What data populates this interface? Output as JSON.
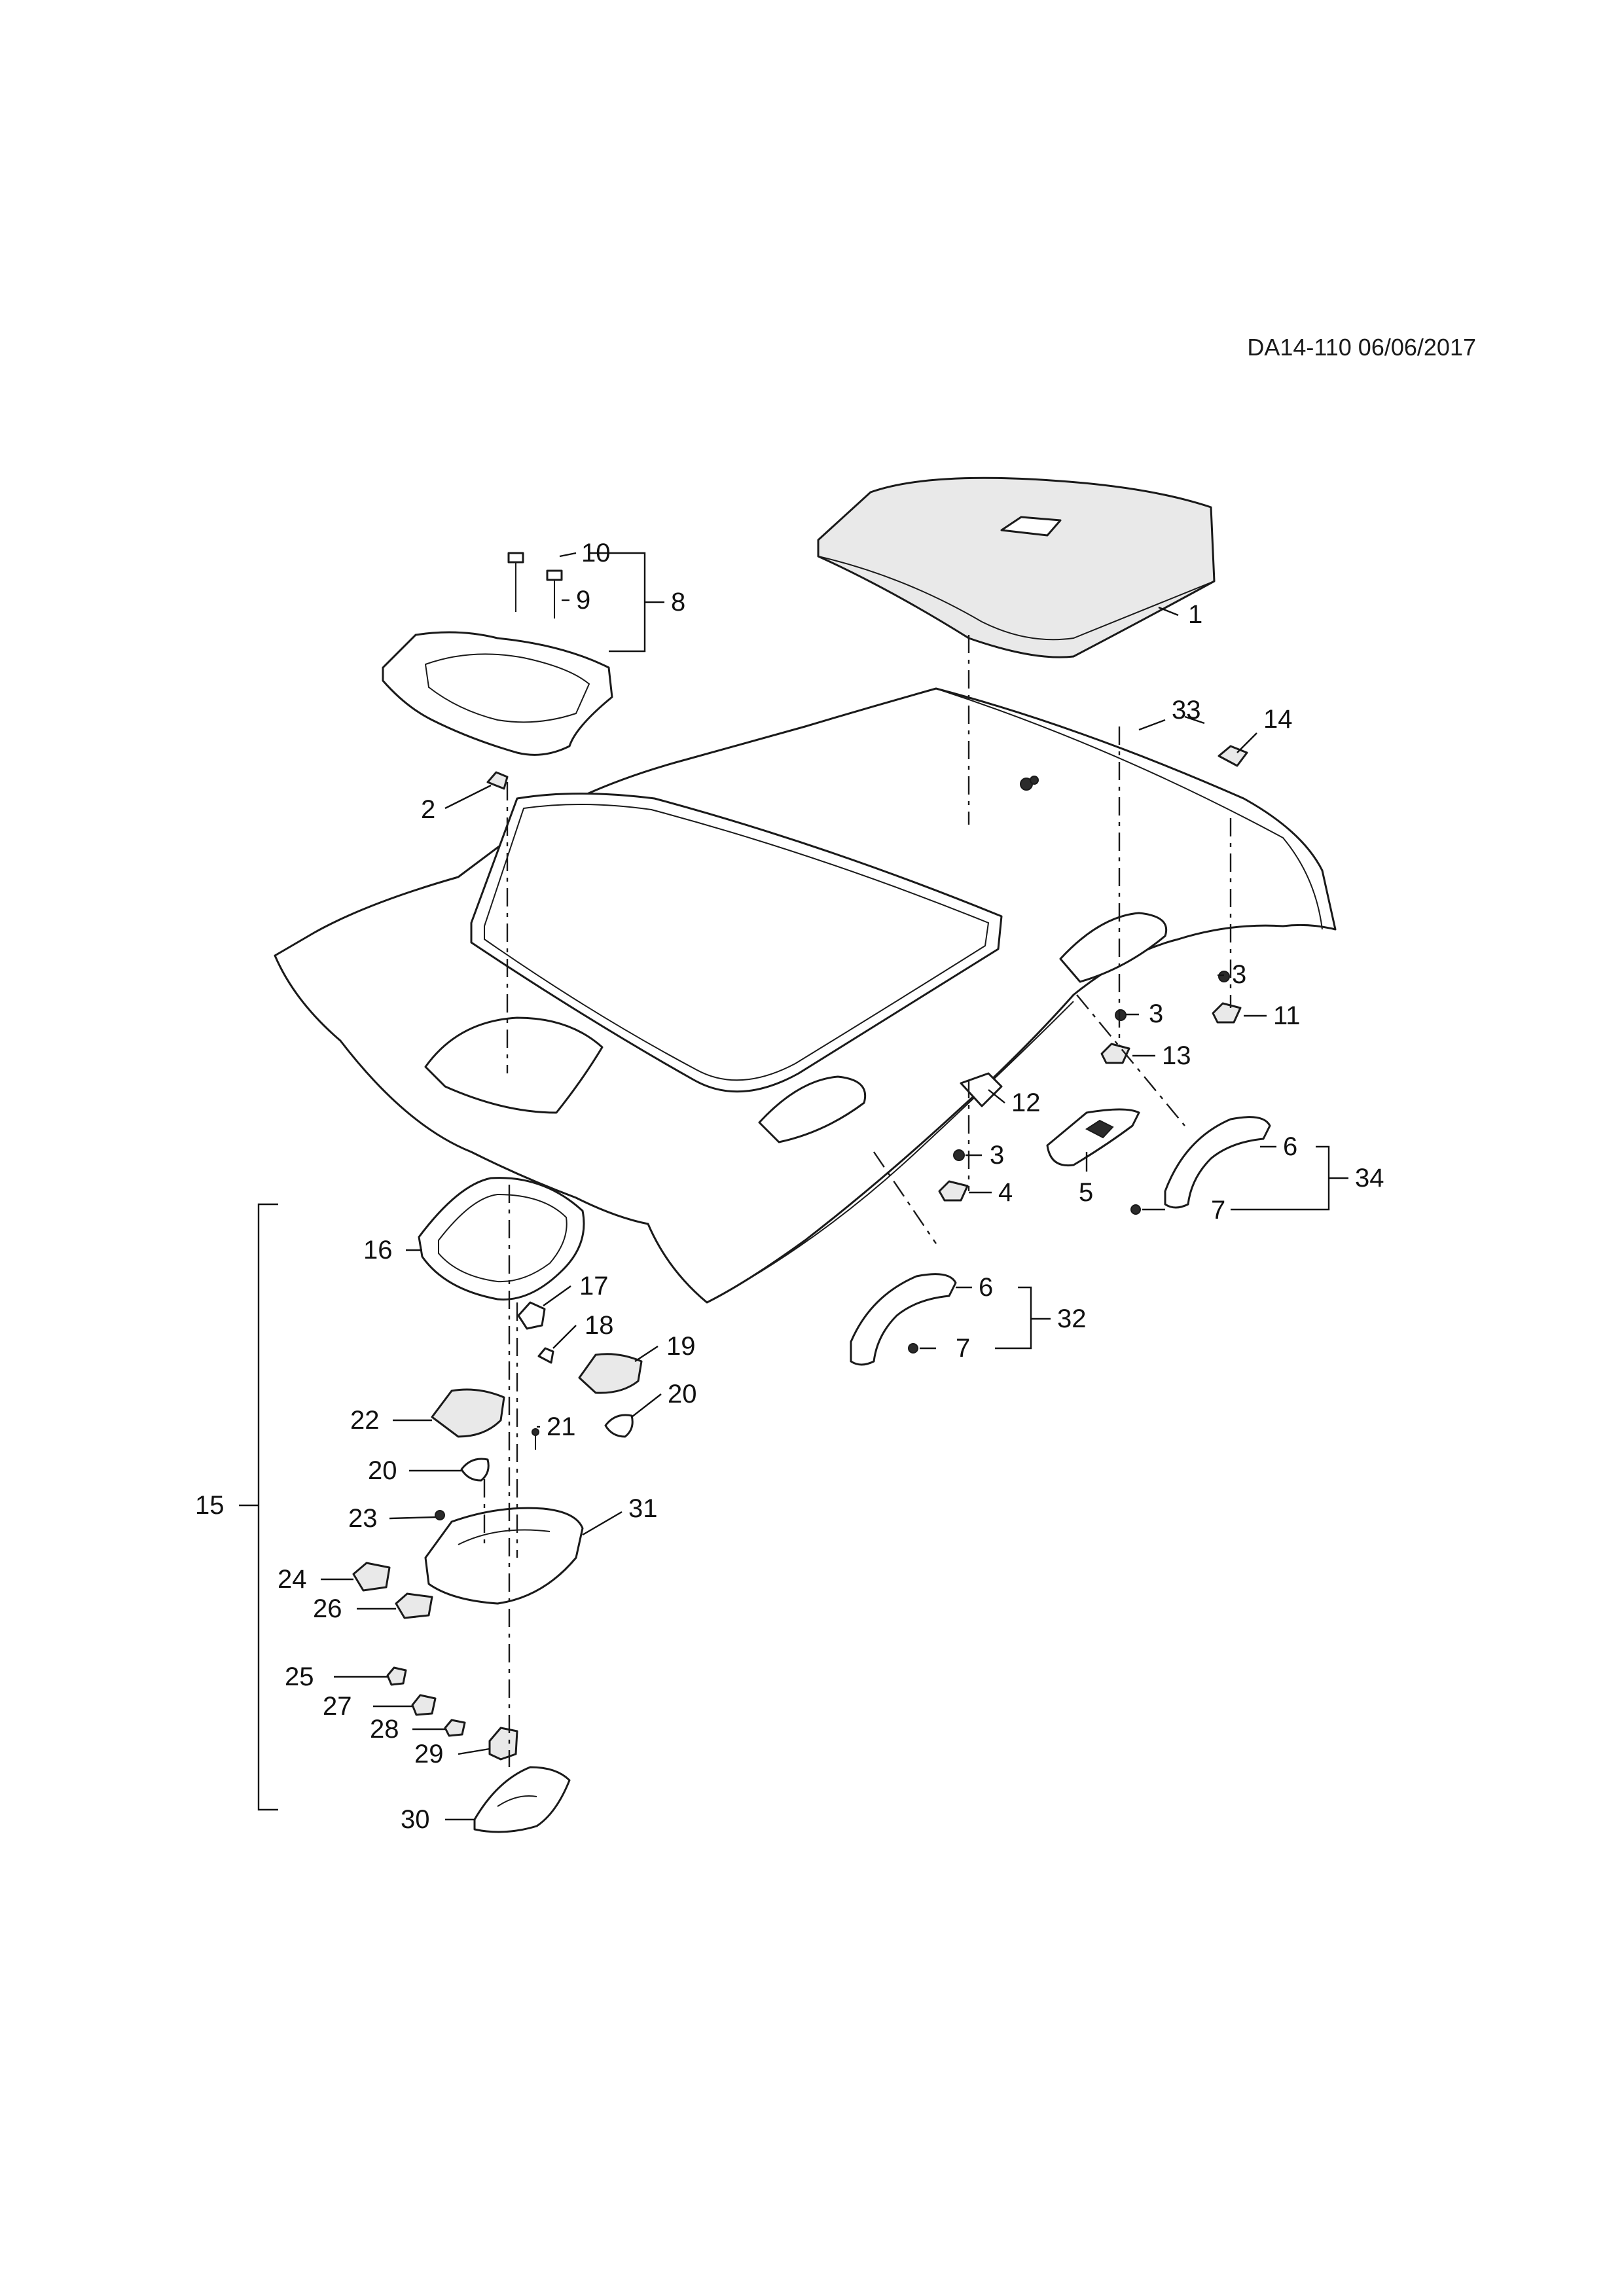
{
  "reference": "DA14-110 06/06/2017",
  "callouts": {
    "c1": "1",
    "c2": "2",
    "c3a": "3",
    "c3b": "3",
    "c3c": "3",
    "c4": "4",
    "c5": "5",
    "c6a": "6",
    "c6b": "6",
    "c7a": "7",
    "c7b": "7",
    "c8": "8",
    "c9": "9",
    "c10": "10",
    "c11": "11",
    "c12": "12",
    "c13": "13",
    "c14": "14",
    "c15": "15",
    "c16": "16",
    "c17": "17",
    "c18": "18",
    "c19": "19",
    "c20a": "20",
    "c20b": "20",
    "c21": "21",
    "c22": "22",
    "c23": "23",
    "c24": "24",
    "c25": "25",
    "c26": "26",
    "c27": "27",
    "c28": "28",
    "c29": "29",
    "c30": "30",
    "c31": "31",
    "c32": "32",
    "c33": "33",
    "c34": "34"
  },
  "colors": {
    "line": "#1a1a1a",
    "paper": "#ffffff",
    "shade": "#e9e9e9"
  }
}
